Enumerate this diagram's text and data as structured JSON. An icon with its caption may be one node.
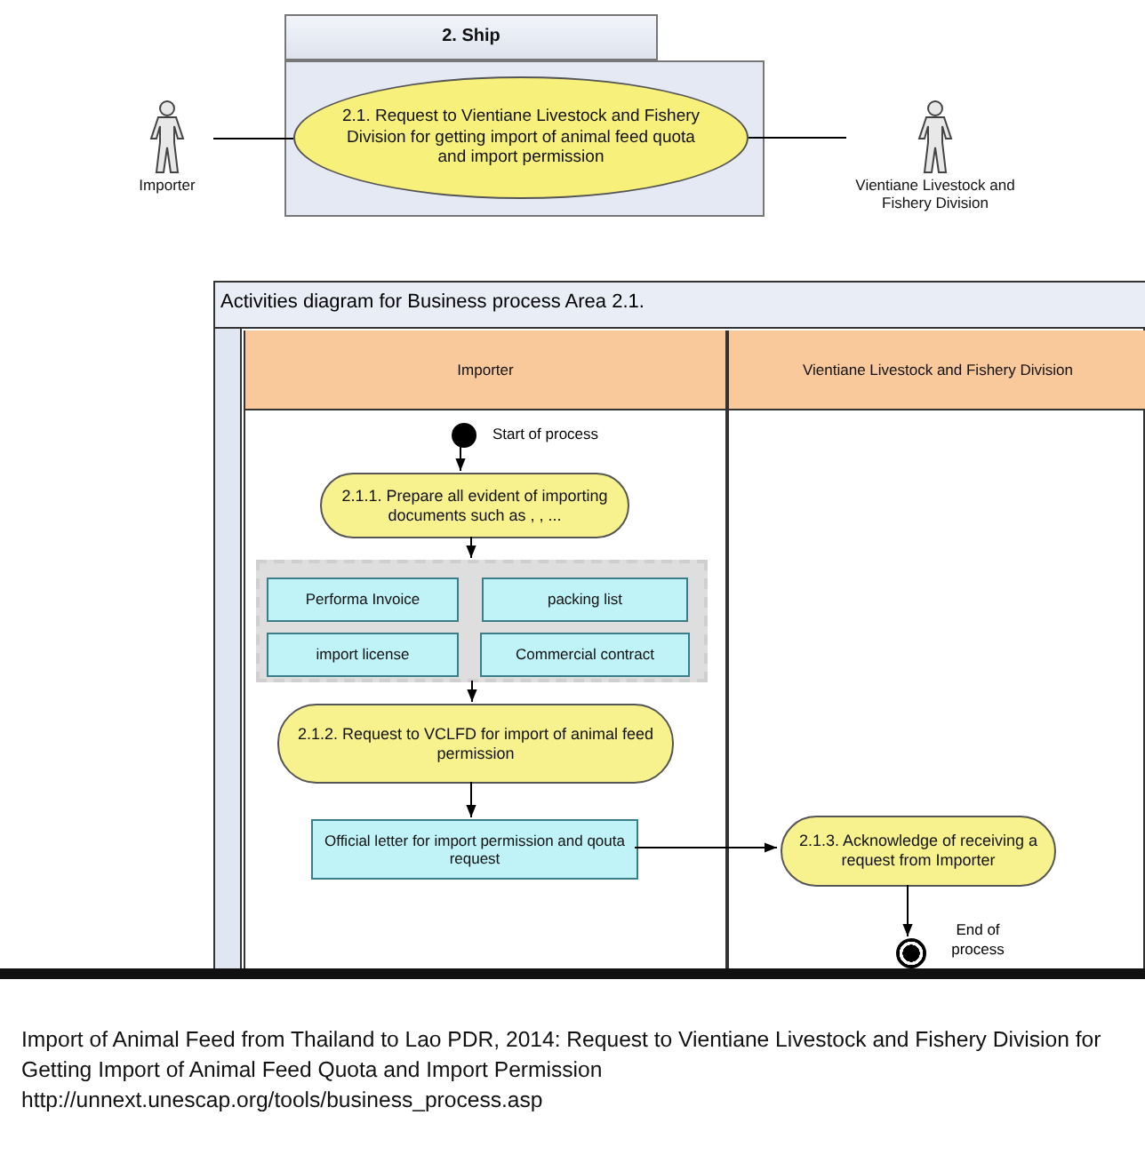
{
  "diagram": {
    "caption": "Import of Animal Feed from Thailand to Lao PDR, 2014: Request to Vientiane Livestock and Fishery Division for Getting Import of Animal Feed Quota and Import Permission",
    "nodes": [
      {
        "text": [
          "2. Ship"
        ]
      },
      {
        "text": [
          "2.1.  Request to Vientiane Livestock and Fishery Division for getting import of animal feed quota and import permission"
        ],
        "in": 0
      },
      {
        "text": [
          "Importer"
        ]
      },
      {
        "text": [
          "Vientiane Livestock and Fishery Division"
        ]
      },
      {
        "text": [
          "Activities diagram for Business process Area 2.1."
        ]
      },
      {
        "text": [
          "Importer"
        ],
        "in": 4
      },
      {
        "text": [
          "Vientiane Livestock and Fishery Division"
        ],
        "in": 4
      },
      {
        "text": [],
        "shape": "circle",
        "beside": [
          "Start of process"
        ],
        "in": 5
      },
      {
        "text": [
          "2.1.1. Prepare all evident of importing documents such as , , ..."
        ],
        "in": 5
      },
      {
        "text": [],
        "shape": "box",
        "in": 5
      },
      {
        "text": [
          "Performa Invoice"
        ],
        "in": 9
      },
      {
        "text": [
          "packing list"
        ],
        "in": 9
      },
      {
        "text": [
          "import license"
        ],
        "in": 9
      },
      {
        "text": [
          "Commercial contract"
        ],
        "in": 9
      },
      {
        "text": [
          "2.1.2. Request to VCLFD for import of animal feed permission"
        ],
        "in": 5
      },
      {
        "text": [
          "Official letter for import permission and qouta request"
        ],
        "in": 5
      },
      {
        "text": [
          "2.1.3. Acknowledge of receiving a request from Importer"
        ],
        "in": 6
      },
      {
        "text": [],
        "shape": "circle",
        "beside": [
          "End of process"
        ],
        "in": 6
      }
    ],
    "edges": [
      {
        "from": 2,
        "to": 1,
        "arrow": "none"
      },
      {
        "from": 1,
        "to": 3,
        "arrow": "none"
      },
      {
        "from": 7,
        "to": 8,
        "arrow": "to"
      },
      {
        "from": 8,
        "to": 9,
        "arrow": "to"
      },
      {
        "from": 9,
        "to": 14,
        "arrow": "to"
      },
      {
        "from": 14,
        "to": 15,
        "arrow": "to"
      },
      {
        "from": 15,
        "to": 16,
        "arrow": "to"
      },
      {
        "from": 16,
        "to": 17,
        "arrow": "to"
      }
    ],
    "labels": [
      "http://unnext.unescap.org/tools/business_process.asp"
    ]
  }
}
